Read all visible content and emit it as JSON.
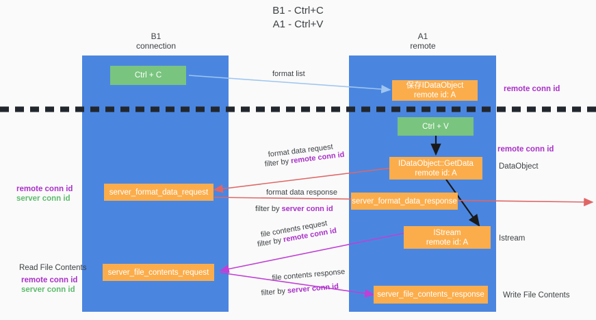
{
  "diagram": {
    "title_line1": "B1 - Ctrl+C",
    "title_line2": "A1 - Ctrl+V",
    "columns": [
      {
        "name": "B1",
        "role": "connection"
      },
      {
        "name": "A1",
        "role": "remote"
      }
    ],
    "colors": {
      "lane": "#4a86e0",
      "green_box": "#79c47e",
      "orange_box": "#fbad4c",
      "remote_conn_id": "#a930c8",
      "server_conn_id": "#5ebb6e",
      "arrow_format_list": "#9fc5f0",
      "arrow_format_data": "#e06666",
      "arrow_file_contents": "#c13fd6",
      "arrow_black": "#1a1a1a",
      "background": "#fafafa"
    },
    "boxes": {
      "ctrl_c": "Ctrl + C",
      "ctrl_v": "Ctrl + V",
      "save_idataobject_l1": "保存IDataObject",
      "save_idataobject_l2": "remote id: A",
      "getdata_l1": "IDataObject::GetData",
      "getdata_l2": "remote id: A",
      "istream_l1": "IStream",
      "istream_l2": "remote id: A",
      "server_format_data_request": "server_format_data_request",
      "server_format_data_response": "server_format_data_response",
      "server_file_contents_request": "server_file_contents_request",
      "server_file_contents_response": "server_file_contents_response"
    },
    "arrow_labels": {
      "format_list": "format list",
      "format_data_request": "format data request",
      "format_data_request_filter_prefix": "filter by ",
      "format_data_request_filter_key": "remote conn id",
      "format_data_response": "format data response",
      "format_data_response_filter_prefix": "filter by ",
      "format_data_response_filter_key": "server conn id",
      "file_contents_request": "file contents request",
      "file_contents_request_filter_prefix": "filter by ",
      "file_contents_request_filter_key": "remote conn id",
      "file_contents_response": "file contents response",
      "file_contents_response_filter_prefix": "filter by ",
      "file_contents_response_filter_key": "server conn id"
    },
    "side_labels": {
      "right_remote_conn_id_top": "remote conn id",
      "right_remote_conn_id_mid": "remote conn id",
      "right_dataobject": "DataObject",
      "right_istream": "Istream",
      "right_write_file_contents": "Write File Contents",
      "left_remote_conn_id": "remote conn id",
      "left_server_conn_id": "server conn id",
      "left_read_file_contents": "Read File Contents",
      "left_remote_conn_id_2": "remote conn id",
      "left_server_conn_id_2": "server conn id"
    }
  }
}
